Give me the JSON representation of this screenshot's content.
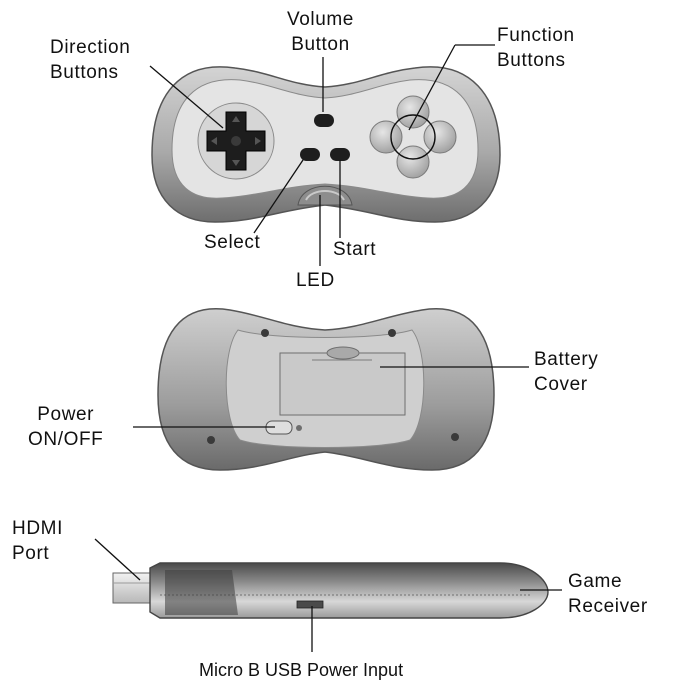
{
  "front_view": {
    "direction_buttons": [
      "Direction",
      "Buttons"
    ],
    "volume_button": [
      "Volume",
      "Button"
    ],
    "function_buttons": [
      "Function",
      "Buttons"
    ],
    "select": "Select",
    "start": "Start",
    "led": "LED"
  },
  "back_view": {
    "battery_cover": [
      "Battery",
      "Cover"
    ],
    "power_switch": [
      "Power",
      "ON/OFF"
    ]
  },
  "receiver_view": {
    "hdmi_port": [
      "HDMI",
      "Port"
    ],
    "game_receiver": [
      "Game",
      "Receiver"
    ],
    "usb_input": "Micro B USB Power Input"
  }
}
